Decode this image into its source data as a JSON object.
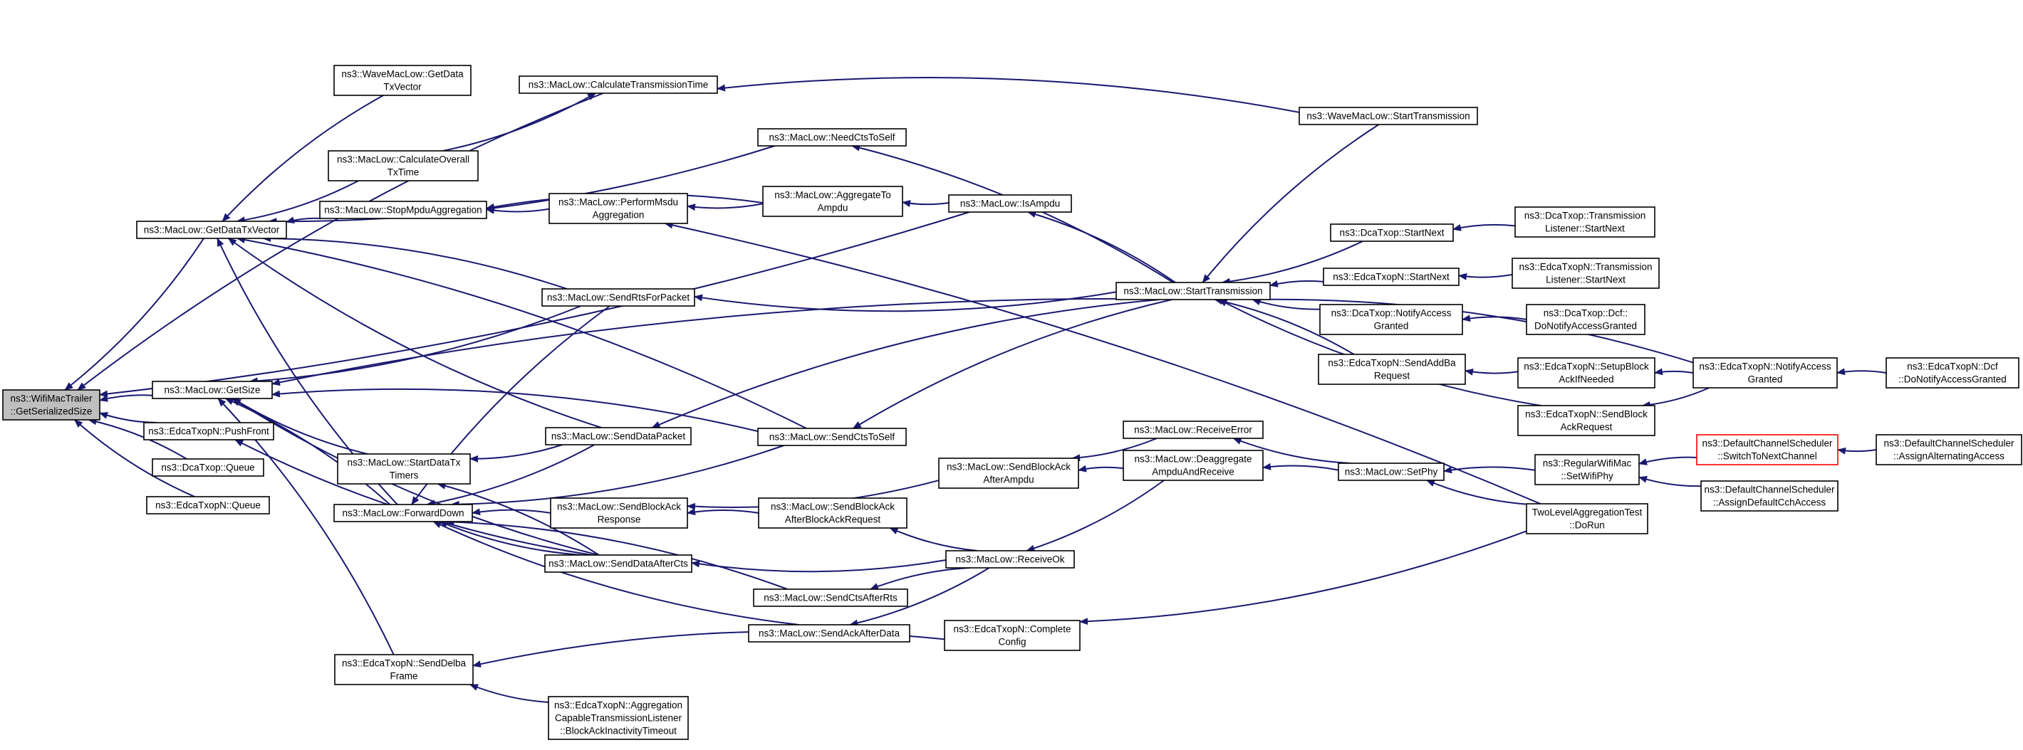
{
  "diagram": {
    "title": "",
    "nodes": [
      {
        "id": "root",
        "lines": [
          "ns3::WifiMacTrailer",
          "::GetSerializedSize"
        ],
        "style": "root"
      },
      {
        "id": "getDataTxVector",
        "lines": [
          "ns3::MacLow::GetDataTxVector"
        ]
      },
      {
        "id": "getSize",
        "lines": [
          "ns3::MacLow::GetSize"
        ]
      },
      {
        "id": "pushFront",
        "lines": [
          "ns3::EdcaTxopN::PushFront"
        ]
      },
      {
        "id": "dcaQueue",
        "lines": [
          "ns3::DcaTxop::Queue"
        ]
      },
      {
        "id": "edcaQueue",
        "lines": [
          "ns3::EdcaTxopN::Queue"
        ]
      },
      {
        "id": "waveGetDataTxVector",
        "lines": [
          "ns3::WaveMacLow::GetData",
          "TxVector"
        ]
      },
      {
        "id": "calcOverallTxTime",
        "lines": [
          "ns3::MacLow::CalculateOverall",
          "TxTime"
        ]
      },
      {
        "id": "stopMpduAgg",
        "lines": [
          "ns3::MacLow::StopMpduAggregation"
        ]
      },
      {
        "id": "startDataTxTimers",
        "lines": [
          "ns3::MacLow::StartDataTx",
          "Timers"
        ]
      },
      {
        "id": "forwardDown",
        "lines": [
          "ns3::MacLow::ForwardDown"
        ]
      },
      {
        "id": "sendDelbaFrame",
        "lines": [
          "ns3::EdcaTxopN::SendDelba",
          "Frame"
        ]
      },
      {
        "id": "calcTxTime",
        "lines": [
          "ns3::MacLow::CalculateTransmissionTime"
        ]
      },
      {
        "id": "performMsduAgg",
        "lines": [
          "ns3::MacLow::PerformMsdu",
          "Aggregation"
        ]
      },
      {
        "id": "sendRtsForPacket",
        "lines": [
          "ns3::MacLow::SendRtsForPacket"
        ]
      },
      {
        "id": "sendDataPacket",
        "lines": [
          "ns3::MacLow::SendDataPacket"
        ]
      },
      {
        "id": "sendBlockAckResponse",
        "lines": [
          "ns3::MacLow::SendBlockAck",
          "Response"
        ]
      },
      {
        "id": "sendDataAfterCts",
        "lines": [
          "ns3::MacLow::SendDataAfterCts"
        ]
      },
      {
        "id": "aggBlockAckTimeout",
        "lines": [
          "ns3::EdcaTxopN::Aggregation",
          "CapableTransmissionListener",
          "::BlockAckInactivityTimeout"
        ]
      },
      {
        "id": "needCtsToSelf",
        "lines": [
          "ns3::MacLow::NeedCtsToSelf"
        ]
      },
      {
        "id": "aggregateToAmpdu",
        "lines": [
          "ns3::MacLow::AggregateTo",
          "Ampdu"
        ]
      },
      {
        "id": "sendCtsToSelf",
        "lines": [
          "ns3::MacLow::SendCtsToSelf"
        ]
      },
      {
        "id": "sendBlockAckAfterReq",
        "lines": [
          "ns3::MacLow::SendBlockAck",
          "AfterBlockAckRequest"
        ]
      },
      {
        "id": "sendCtsAfterRts",
        "lines": [
          "ns3::MacLow::SendCtsAfterRts"
        ]
      },
      {
        "id": "sendAckAfterData",
        "lines": [
          "ns3::MacLow::SendAckAfterData"
        ]
      },
      {
        "id": "isAmpdu",
        "lines": [
          "ns3::MacLow::IsAmpdu"
        ]
      },
      {
        "id": "sendBlockAckAfterAmpdu",
        "lines": [
          "ns3::MacLow::SendBlockAck",
          "AfterAmpdu"
        ]
      },
      {
        "id": "receiveOk",
        "lines": [
          "ns3::MacLow::ReceiveOk"
        ]
      },
      {
        "id": "completeConfig",
        "lines": [
          "ns3::EdcaTxopN::Complete",
          "Config"
        ]
      },
      {
        "id": "startTransmission",
        "lines": [
          "ns3::MacLow::StartTransmission"
        ]
      },
      {
        "id": "receiveError",
        "lines": [
          "ns3::MacLow::ReceiveError"
        ]
      },
      {
        "id": "deaggregateAmpdu",
        "lines": [
          "ns3::MacLow::Deaggregate",
          "AmpduAndReceive"
        ]
      },
      {
        "id": "waveStartTransmission",
        "lines": [
          "ns3::WaveMacLow::StartTransmission"
        ]
      },
      {
        "id": "dcaStartNext",
        "lines": [
          "ns3::DcaTxop::StartNext"
        ]
      },
      {
        "id": "edcaStartNext",
        "lines": [
          "ns3::EdcaTxopN::StartNext"
        ]
      },
      {
        "id": "dcaNotifyAccess",
        "lines": [
          "ns3::DcaTxop::NotifyAccess",
          "Granted"
        ]
      },
      {
        "id": "edcaSendAddBa",
        "lines": [
          "ns3::EdcaTxopN::SendAddBa",
          "Request"
        ]
      },
      {
        "id": "setPhy",
        "lines": [
          "ns3::MacLow::SetPhy"
        ]
      },
      {
        "id": "dcaTxListenerStartNext",
        "lines": [
          "ns3::DcaTxop::Transmission",
          "Listener::StartNext"
        ]
      },
      {
        "id": "edcaTxListenerStartNext",
        "lines": [
          "ns3::EdcaTxopN::Transmission",
          "Listener::StartNext"
        ]
      },
      {
        "id": "dcfDoNotify",
        "lines": [
          "ns3::DcaTxop::Dcf::",
          "DoNotifyAccessGranted"
        ]
      },
      {
        "id": "setupBlockAck",
        "lines": [
          "ns3::EdcaTxopN::SetupBlock",
          "AckIfNeeded"
        ]
      },
      {
        "id": "sendBlockAckRequest",
        "lines": [
          "ns3::EdcaTxopN::SendBlock",
          "AckRequest"
        ]
      },
      {
        "id": "setWifiPhy",
        "lines": [
          "ns3::RegularWifiMac",
          "::SetWifiPhy"
        ]
      },
      {
        "id": "twoLevelDoRun",
        "lines": [
          "TwoLevelAggregationTest",
          "::DoRun"
        ]
      },
      {
        "id": "edcaNotifyAccess",
        "lines": [
          "ns3::EdcaTxopN::NotifyAccess",
          "Granted"
        ]
      },
      {
        "id": "switchToNextChannel",
        "lines": [
          "ns3::DefaultChannelScheduler",
          "::SwitchToNextChannel"
        ],
        "style": "red"
      },
      {
        "id": "assignDefaultCch",
        "lines": [
          "ns3::DefaultChannelScheduler",
          "::AssignDefaultCchAccess"
        ]
      },
      {
        "id": "edcaDcfDoNotify",
        "lines": [
          "ns3::EdcaTxopN::Dcf",
          "::DoNotifyAccessGranted"
        ]
      },
      {
        "id": "assignAlternating",
        "lines": [
          "ns3::DefaultChannelScheduler",
          "::AssignAlternatingAccess"
        ]
      }
    ],
    "edges": [
      [
        "getDataTxVector",
        "root"
      ],
      [
        "getSize",
        "root"
      ],
      [
        "pushFront",
        "root"
      ],
      [
        "dcaQueue",
        "root"
      ],
      [
        "edcaQueue",
        "root"
      ],
      [
        "calcTxTime",
        "root"
      ],
      [
        "isAmpdu",
        "root"
      ],
      [
        "waveGetDataTxVector",
        "getDataTxVector"
      ],
      [
        "calcOverallTxTime",
        "getDataTxVector"
      ],
      [
        "stopMpduAgg",
        "getDataTxVector"
      ],
      [
        "forwardDown",
        "getDataTxVector"
      ],
      [
        "sendRtsForPacket",
        "getDataTxVector"
      ],
      [
        "sendDataPacket",
        "getDataTxVector"
      ],
      [
        "sendCtsToSelf",
        "getDataTxVector"
      ],
      [
        "needCtsToSelf",
        "getDataTxVector"
      ],
      [
        "startTransmission",
        "getSize"
      ],
      [
        "sendRtsForPacket",
        "getSize"
      ],
      [
        "sendCtsToSelf",
        "getSize"
      ],
      [
        "startDataTxTimers",
        "getSize"
      ],
      [
        "forwardDown",
        "getSize"
      ],
      [
        "sendDataAfterCts",
        "getSize"
      ],
      [
        "sendDelbaFrame",
        "getSize"
      ],
      [
        "sendDataAfterCts",
        "pushFront"
      ],
      [
        "calcOverallTxTime",
        "calcTxTime"
      ],
      [
        "performMsduAgg",
        "stopMpduAgg"
      ],
      [
        "aggregateToAmpdu",
        "stopMpduAgg"
      ],
      [
        "sendDataPacket",
        "startDataTxTimers"
      ],
      [
        "sendDataAfterCts",
        "startDataTxTimers"
      ],
      [
        "sendDataPacket",
        "forwardDown"
      ],
      [
        "sendBlockAckResponse",
        "forwardDown"
      ],
      [
        "sendDataAfterCts",
        "forwardDown"
      ],
      [
        "sendRtsForPacket",
        "forwardDown"
      ],
      [
        "sendCtsToSelf",
        "forwardDown"
      ],
      [
        "sendCtsAfterRts",
        "forwardDown"
      ],
      [
        "sendAckAfterData",
        "forwardDown"
      ],
      [
        "completeConfig",
        "sendDelbaFrame"
      ],
      [
        "aggBlockAckTimeout",
        "sendDelbaFrame"
      ],
      [
        "waveStartTransmission",
        "calcTxTime"
      ],
      [
        "aggregateToAmpdu",
        "performMsduAgg"
      ],
      [
        "twoLevelDoRun",
        "performMsduAgg"
      ],
      [
        "startTransmission",
        "sendRtsForPacket"
      ],
      [
        "startTransmission",
        "sendDataPacket"
      ],
      [
        "sendBlockAckAfterAmpdu",
        "sendBlockAckResponse"
      ],
      [
        "sendBlockAckAfterReq",
        "sendBlockAckResponse"
      ],
      [
        "receiveOk",
        "sendDataAfterCts"
      ],
      [
        "startTransmission",
        "needCtsToSelf"
      ],
      [
        "isAmpdu",
        "aggregateToAmpdu"
      ],
      [
        "startTransmission",
        "sendCtsToSelf"
      ],
      [
        "receiveOk",
        "sendBlockAckAfterReq"
      ],
      [
        "receiveOk",
        "sendCtsAfterRts"
      ],
      [
        "receiveOk",
        "sendAckAfterData"
      ],
      [
        "startTransmission",
        "isAmpdu"
      ],
      [
        "receiveError",
        "sendBlockAckAfterAmpdu"
      ],
      [
        "deaggregateAmpdu",
        "sendBlockAckAfterAmpdu"
      ],
      [
        "twoLevelDoRun",
        "completeConfig"
      ],
      [
        "waveStartTransmission",
        "startTransmission"
      ],
      [
        "dcaStartNext",
        "startTransmission"
      ],
      [
        "edcaStartNext",
        "startTransmission"
      ],
      [
        "dcaNotifyAccess",
        "startTransmission"
      ],
      [
        "edcaSendAddBa",
        "startTransmission"
      ],
      [
        "sendBlockAckRequest",
        "startTransmission"
      ],
      [
        "edcaNotifyAccess",
        "startTransmission"
      ],
      [
        "setPhy",
        "receiveError"
      ],
      [
        "setPhy",
        "deaggregateAmpdu"
      ],
      [
        "deaggregateAmpdu",
        "receiveOk"
      ],
      [
        "dcaTxListenerStartNext",
        "dcaStartNext"
      ],
      [
        "edcaTxListenerStartNext",
        "edcaStartNext"
      ],
      [
        "dcfDoNotify",
        "dcaNotifyAccess"
      ],
      [
        "setupBlockAck",
        "edcaSendAddBa"
      ],
      [
        "setWifiPhy",
        "setPhy"
      ],
      [
        "twoLevelDoRun",
        "setPhy"
      ],
      [
        "edcaNotifyAccess",
        "setupBlockAck"
      ],
      [
        "edcaNotifyAccess",
        "sendBlockAckRequest"
      ],
      [
        "switchToNextChannel",
        "setWifiPhy"
      ],
      [
        "assignDefaultCch",
        "setWifiPhy"
      ],
      [
        "edcaDcfDoNotify",
        "edcaNotifyAccess"
      ],
      [
        "assignAlternating",
        "switchToNextChannel"
      ]
    ]
  }
}
